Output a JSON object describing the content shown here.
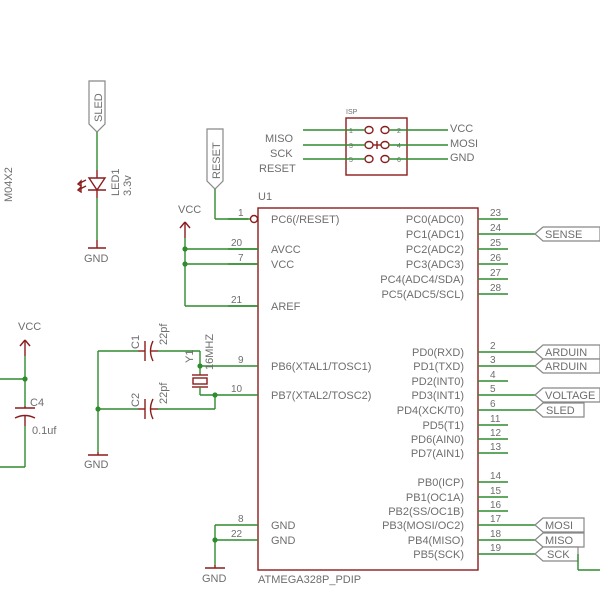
{
  "labels": {
    "m04x2": "M04X2",
    "sled_flag": "SLED",
    "led_name": "LED1",
    "led_value": "3.3v",
    "gnd": "GND",
    "vcc": "VCC",
    "reset_flag": "RESET",
    "u1": "U1",
    "isp": "ISP",
    "miso": "MISO",
    "sck": "SCK",
    "reset": "RESET",
    "mosi": "MOSI",
    "c1": "C1",
    "c2": "C2",
    "cap_22pf": "22pf",
    "crystal": "Y1",
    "crystal_value": "16MHZ",
    "c4": "C4",
    "c4_value": "0.1uf",
    "chip_name": "ATMEGA328P_PDIP",
    "sense": "SENSE",
    "arduino": "ARDUIN",
    "voltage": "VOLTAGE",
    "sled_net": "SLED",
    "mosi_net": "MOSI",
    "miso_net": "MISO",
    "sck_net": "SCK"
  },
  "isp_pins": [
    "1",
    "2",
    "3",
    "4",
    "5",
    "6"
  ],
  "left_pins": [
    {
      "num": "1",
      "name": "PC6(/RESET)"
    },
    {
      "num": "20",
      "name": "AVCC"
    },
    {
      "num": "7",
      "name": "VCC"
    },
    {
      "num": "21",
      "name": "AREF"
    },
    {
      "num": "9",
      "name": "PB6(XTAL1/TOSC1)"
    },
    {
      "num": "10",
      "name": "PB7(XTAL2/TOSC2)"
    },
    {
      "num": "8",
      "name": "GND"
    },
    {
      "num": "22",
      "name": "GND"
    }
  ],
  "right_pins": [
    {
      "num": "23",
      "name": "PC0(ADC0)"
    },
    {
      "num": "24",
      "name": "PC1(ADC1)"
    },
    {
      "num": "25",
      "name": "PC2(ADC2)"
    },
    {
      "num": "26",
      "name": "PC3(ADC3)"
    },
    {
      "num": "27",
      "name": "PC4(ADC4/SDA)"
    },
    {
      "num": "28",
      "name": "PC5(ADC5/SCL)"
    },
    {
      "num": "2",
      "name": "PD0(RXD)"
    },
    {
      "num": "3",
      "name": "PD1(TXD)"
    },
    {
      "num": "4",
      "name": "PD2(INT0)"
    },
    {
      "num": "5",
      "name": "PD3(INT1)"
    },
    {
      "num": "6",
      "name": "PD4(XCK/T0)"
    },
    {
      "num": "11",
      "name": "PD5(T1)"
    },
    {
      "num": "12",
      "name": "PD6(AIN0)"
    },
    {
      "num": "13",
      "name": "PD7(AIN1)"
    },
    {
      "num": "14",
      "name": "PB0(ICP)"
    },
    {
      "num": "15",
      "name": "PB1(OC1A)"
    },
    {
      "num": "16",
      "name": "PB2(SS/OC1B)"
    },
    {
      "num": "17",
      "name": "PB3(MOSI/OC2)"
    },
    {
      "num": "18",
      "name": "PB4(MISO)"
    },
    {
      "num": "19",
      "name": "PB5(SCK)"
    }
  ]
}
